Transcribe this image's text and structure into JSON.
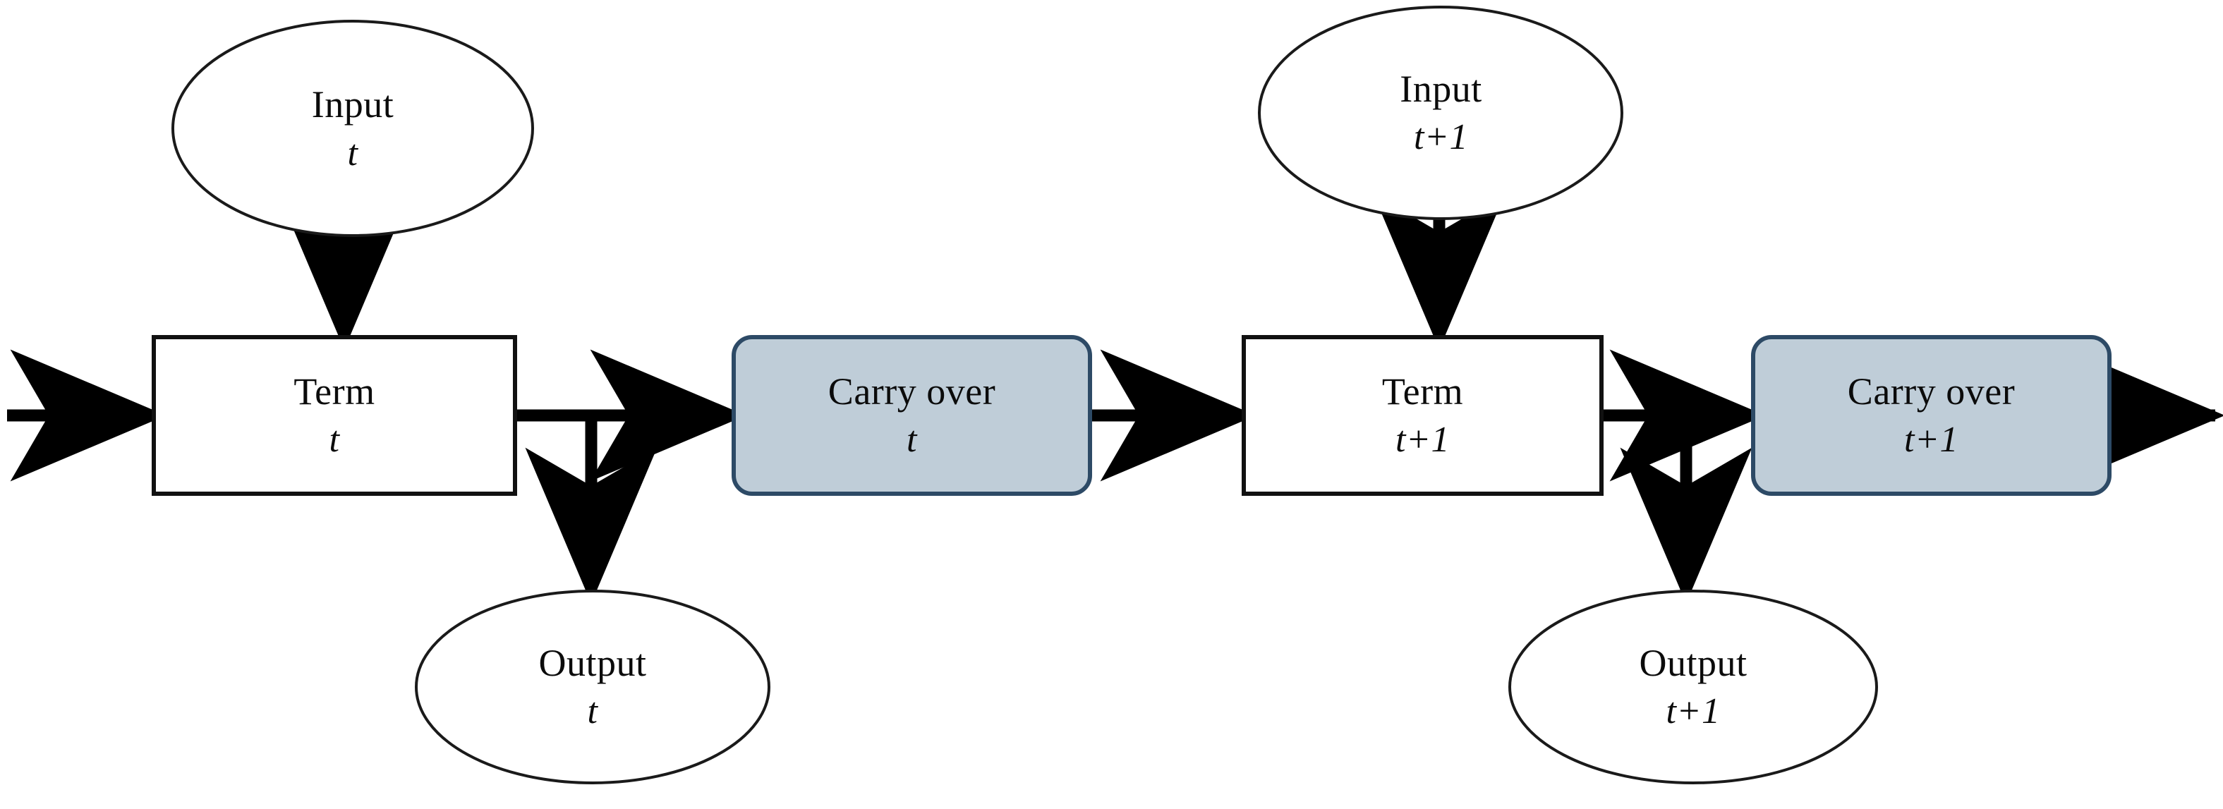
{
  "diagram": {
    "title": "Recurrent term and carry-over process diagram",
    "colors": {
      "background": "#ffffff",
      "shape_stroke": "#111111",
      "ellipse_stroke": "#1a1a1a",
      "carry_fill": "#bfcdd8",
      "carry_stroke": "#2d4a66",
      "arrow": "#000000",
      "text": "#0b0b0b"
    },
    "nodes": [
      {
        "id": "input-t",
        "shape": "ellipse",
        "line1": "Input",
        "line2": "t"
      },
      {
        "id": "term-t",
        "shape": "rectangle",
        "line1": "Term",
        "line2": "t"
      },
      {
        "id": "carry-over-t",
        "shape": "rounded-rectangle",
        "line1": "Carry over",
        "line2": "t"
      },
      {
        "id": "output-t",
        "shape": "ellipse",
        "line1": "Output",
        "line2": "t"
      },
      {
        "id": "input-t-plus-1",
        "shape": "ellipse",
        "line1": "Input",
        "line2": "t+1"
      },
      {
        "id": "term-t-plus-1",
        "shape": "rectangle",
        "line1": "Term",
        "line2": "t+1"
      },
      {
        "id": "carry-over-t-plus-1",
        "shape": "rounded-rectangle",
        "line1": "Carry over",
        "line2": "t+1"
      },
      {
        "id": "output-t-plus-1",
        "shape": "ellipse",
        "line1": "Output",
        "line2": "t+1"
      }
    ],
    "edges": [
      {
        "id": "entry-to-term-t",
        "from": "",
        "to": "term-t"
      },
      {
        "id": "input-t-to-term-t",
        "from": "input-t",
        "to": "term-t"
      },
      {
        "id": "term-t-to-carry-t",
        "from": "term-t",
        "to": "carry-over-t"
      },
      {
        "id": "term-t-to-output-t",
        "from": "term-t",
        "to": "output-t"
      },
      {
        "id": "carry-t-to-term-t1",
        "from": "carry-over-t",
        "to": "term-t-plus-1"
      },
      {
        "id": "input-t1-to-term-t1",
        "from": "input-t-plus-1",
        "to": "term-t-plus-1"
      },
      {
        "id": "term-t1-to-carry-t1",
        "from": "term-t-plus-1",
        "to": "carry-over-t-plus-1"
      },
      {
        "id": "term-t1-to-output-t1",
        "from": "term-t-plus-1",
        "to": "output-t-plus-1"
      },
      {
        "id": "carry-t1-to-exit",
        "from": "carry-over-t-plus-1",
        "to": ""
      }
    ]
  }
}
